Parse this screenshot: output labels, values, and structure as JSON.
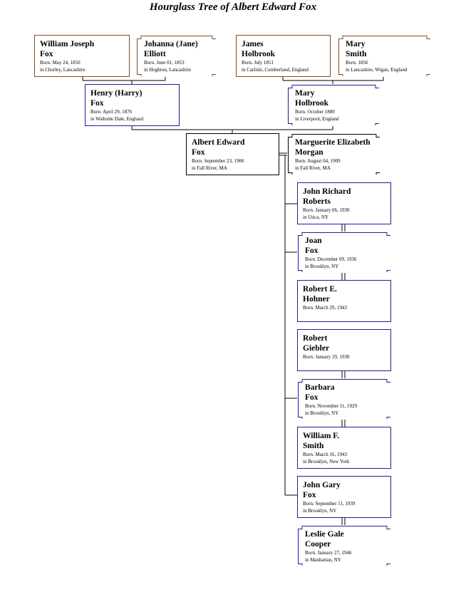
{
  "title": "Hourglass Tree of Albert Edward Fox",
  "grandparents": [
    {
      "first": "William Joseph",
      "last": "Fox",
      "born": "Born. May 24, 1850",
      "place": "in Chorley, Lancashire"
    },
    {
      "first": "Johanna (Jane)",
      "last": "Elliott",
      "born": "Born. June 01, 1853",
      "place": "in Hoghton, Lancashire"
    },
    {
      "first": "James",
      "last": "Holbrook",
      "born": "Born. July 1851",
      "place": "in Carlisle, Cumberland, England"
    },
    {
      "first": "Mary",
      "last": "Smith",
      "born": "Born. 1856",
      "place": "in Lancashire, Wigan, England"
    }
  ],
  "parents": [
    {
      "first": "Henry (Harry)",
      "last": "Fox",
      "born": "Born. April 29, 1876",
      "place": "in Waltonle Dale, England"
    },
    {
      "first": "Mary",
      "last": "Holbrook",
      "born": "Born. October 1880",
      "place": "in Liverpool, England"
    }
  ],
  "subject": {
    "first": "Albert Edward",
    "last": "Fox",
    "born": "Born. September 23, 1906",
    "place": "in Fall River, MA"
  },
  "spouse": {
    "first": "Marguerite Elizabeth",
    "last": "Morgan",
    "born": "Born. August 04, 1909",
    "place": "in Fall River, MA"
  },
  "descendants": [
    {
      "first": "John Richard",
      "last": "Roberts",
      "born": "Born. January 06, 1930",
      "place": "in Utica, NY"
    },
    {
      "first": "Joan",
      "last": "Fox",
      "born": "Born. December 09, 1936",
      "place": "in Brooklyn, NY"
    },
    {
      "first": "Robert E.",
      "last": "Hohner",
      "born": "Born. March 29, 1943",
      "place": ""
    },
    {
      "first": "Robert",
      "last": "Giebler",
      "born": "Born. January 29, 1930",
      "place": ""
    },
    {
      "first": "Barbara",
      "last": "Fox",
      "born": "Born. November 11, 1929",
      "place": "in Brooklyn, NY"
    },
    {
      "first": "William F.",
      "last": "Smith",
      "born": "Born. March 16, 1943",
      "place": "in Brooklyn, New York"
    },
    {
      "first": "John Gary",
      "last": "Fox",
      "born": "Born. September 11, 1939",
      "place": "in Brooklyn, NY"
    },
    {
      "first": "Leslie Gale",
      "last": "Cooper",
      "born": "Born. January 27, 1946",
      "place": "in Manhattan, NY"
    }
  ],
  "colors": {
    "male_border": "#1f1f99",
    "female_border": "#1f1f99",
    "grandparent_border": "#8a4a22",
    "subject_border": "#000000",
    "line": "#000000"
  }
}
